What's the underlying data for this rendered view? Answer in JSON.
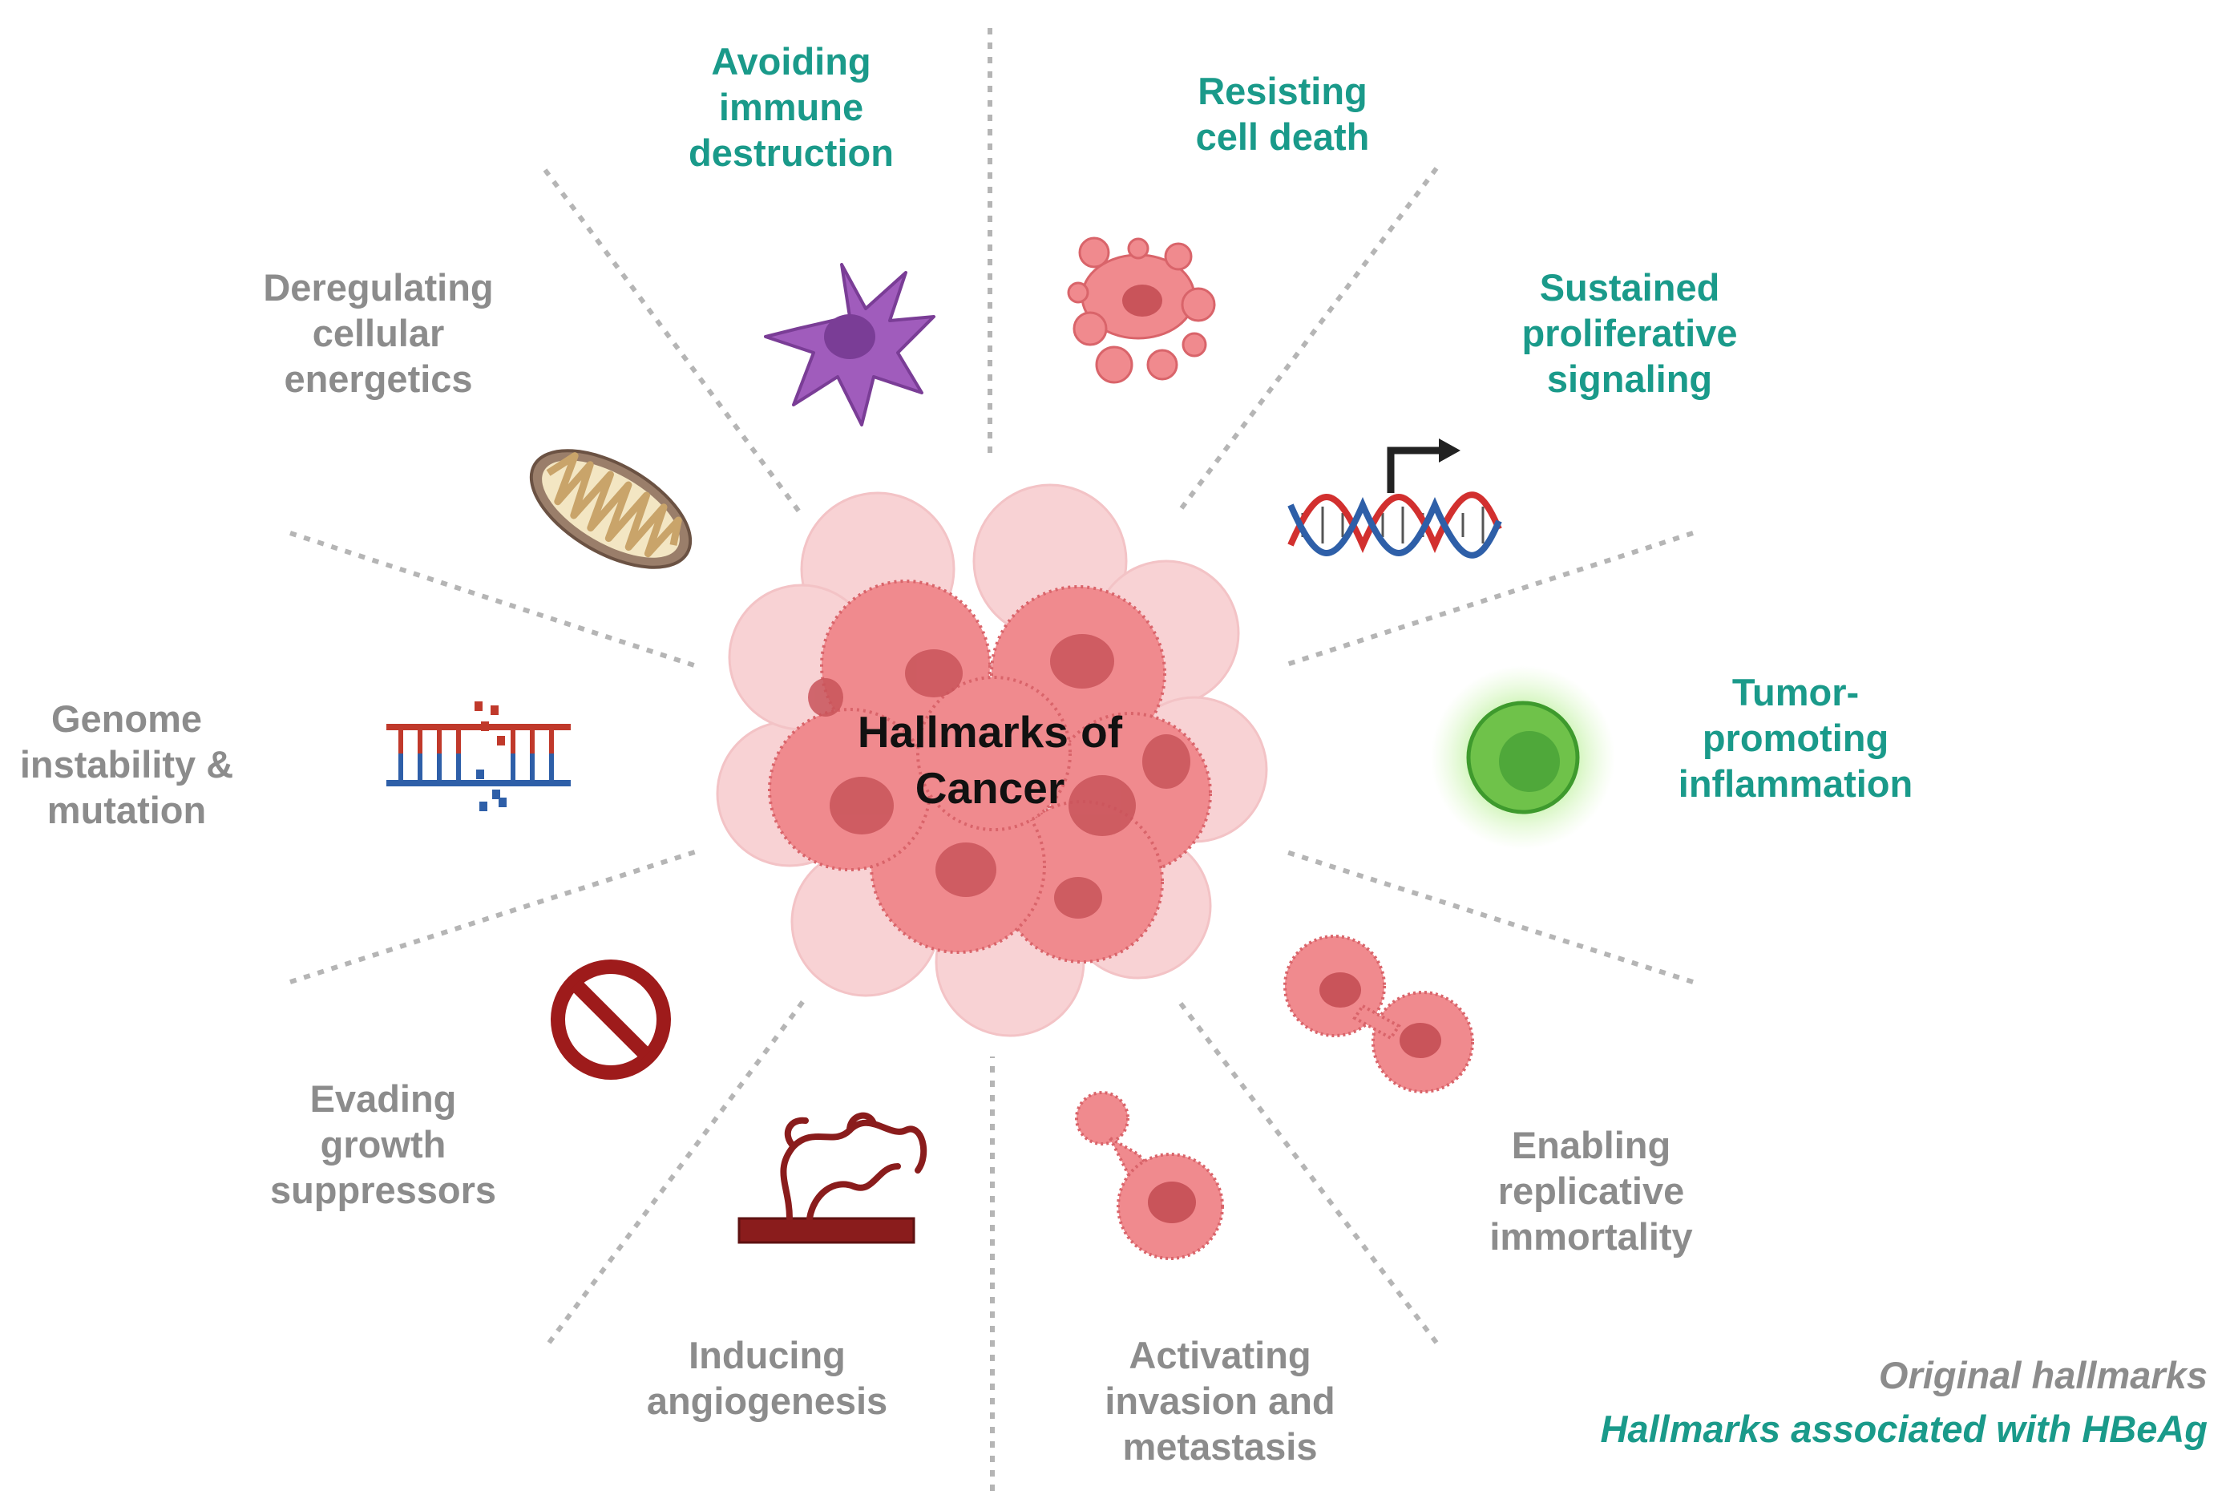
{
  "center_title": [
    "Hallmarks of",
    "Cancer"
  ],
  "hallmarks": {
    "immune": [
      "Avoiding",
      "immune",
      "destruction"
    ],
    "cell_death": [
      "Resisting",
      "cell death"
    ],
    "proliferative": [
      "Sustained",
      "proliferative",
      "signaling"
    ],
    "inflammation": [
      "Tumor-",
      "promoting",
      "inflammation"
    ],
    "immortality": [
      "Enabling",
      "replicative",
      "immortality"
    ],
    "invasion": [
      "Activating",
      "invasion and",
      "metastasis"
    ],
    "angiogenesis": [
      "Inducing",
      "angiogenesis"
    ],
    "growth": [
      "Evading",
      "growth",
      "suppressors"
    ],
    "genome": [
      "Genome",
      "instability &",
      "mutation"
    ],
    "energetics": [
      "Deregulating",
      "cellular",
      "energetics"
    ]
  },
  "legend": {
    "original": "Original hallmarks",
    "hbeag": "Hallmarks associated with HBeAg"
  },
  "colors": {
    "original": "#8c8c8c",
    "hbeag": "#1a9a8a",
    "cell_fill": "#f08a8e",
    "cell_stroke": "#d9646a",
    "nucleus": "#c9545a",
    "divider": "#b5b5b5"
  }
}
